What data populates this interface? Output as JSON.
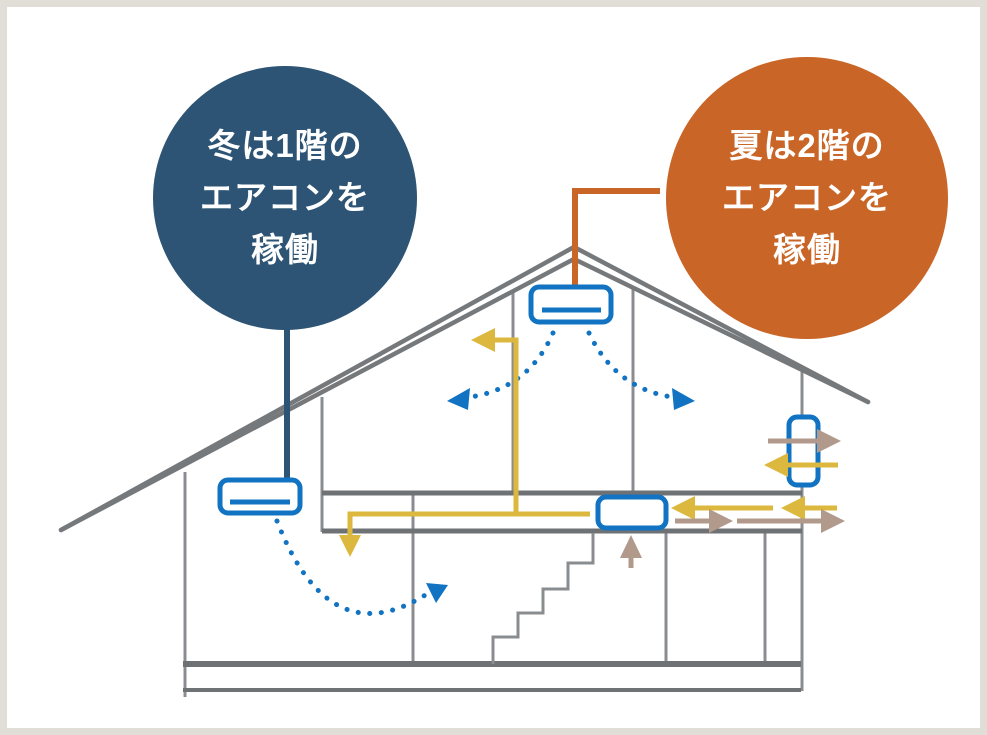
{
  "canvas": {
    "background_color": "#ffffff",
    "frame_color": "#e0ded6"
  },
  "annotations": {
    "winter": {
      "lines": [
        "冬は1階の",
        "エアコンを",
        "稼働"
      ],
      "bubble_color": "#2d5474",
      "text_color": "#ffffff"
    },
    "summer": {
      "lines": [
        "夏は2階の",
        "エアコンを",
        "稼働"
      ],
      "bubble_color": "#c96526",
      "text_color": "#ffffff"
    }
  },
  "colors": {
    "structure_gray": "#76797c",
    "floor_gray": "#6f7275",
    "stud_gray": "#8a8d8f",
    "ac_unit_blue": "#1173c2",
    "cool_air_blue": "#1173c2",
    "winter_navy": "#2d5474",
    "summer_orange": "#c96526",
    "supply_air_yellow": "#ddb83f",
    "return_air_tan": "#b19a8b"
  },
  "diagram": {
    "units": [
      "second-floor-ac-unit",
      "first-floor-ac-unit",
      "floor-duct-unit",
      "wall-vent-unit"
    ]
  }
}
